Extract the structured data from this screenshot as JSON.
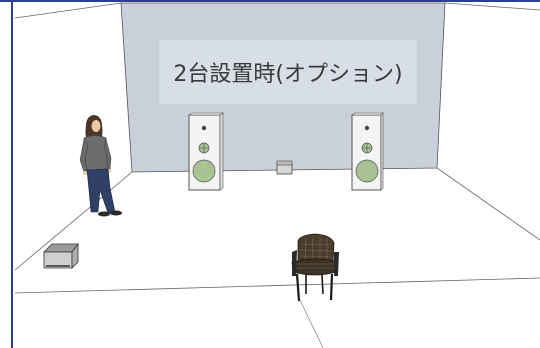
{
  "caption": {
    "text": "2台設置時(オプション)"
  },
  "colors": {
    "back_wall": "#c9d0d9",
    "frame_blue": "#2b3f8f",
    "speaker_woofer": "#a9c293",
    "caption_panel": "#d8dee5"
  },
  "objects": {
    "speakers": [
      "left-speaker",
      "right-speaker"
    ],
    "person": "standing-person",
    "chair": "armchair",
    "equipment": [
      "center-amplifier",
      "floor-subwoofer"
    ]
  }
}
